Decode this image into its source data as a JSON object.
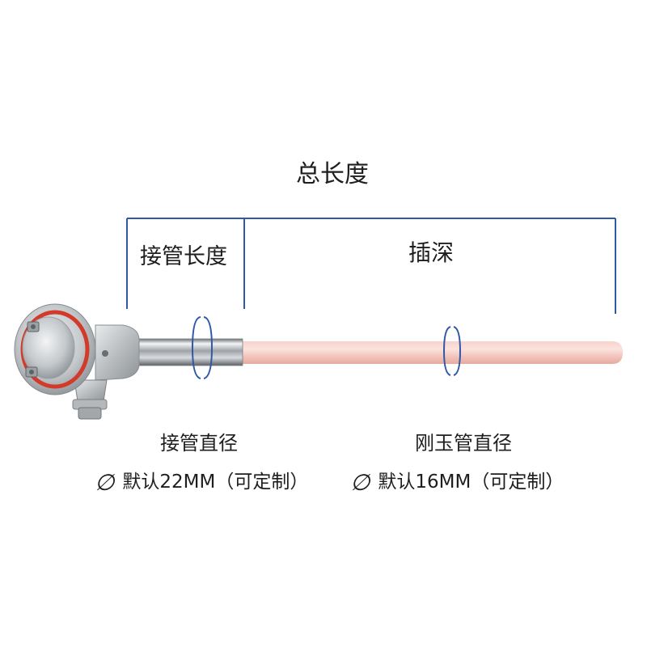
{
  "labels": {
    "total_length": "总长度",
    "pipe_length": "接管长度",
    "insertion_depth": "插深",
    "pipe_diameter": "接管直径",
    "corundum_diameter": "刚玉管直径"
  },
  "specs": {
    "diameter_symbol": "∅",
    "pipe_diameter_value": "默认22MM（可定制）",
    "corundum_diameter_value": "默认16MM（可定制）"
  },
  "colors": {
    "bracket_blue": "#2f58a8",
    "corundum_pink": "#f5c9c2",
    "ring_red": "#d23a2a"
  }
}
